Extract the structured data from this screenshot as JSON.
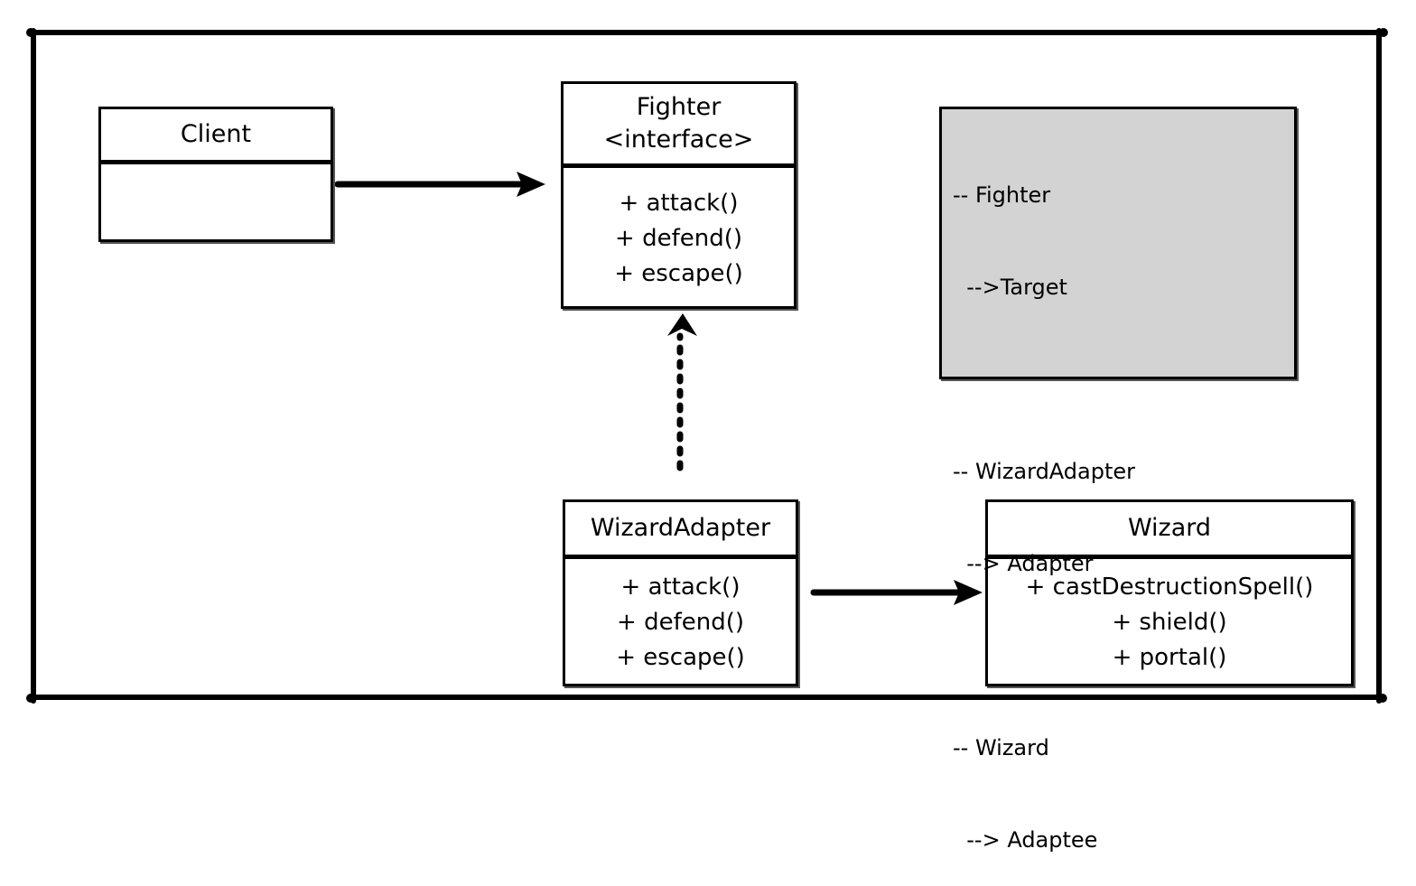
{
  "colors": {
    "stroke": "#000000",
    "box_fill": "#ffffff",
    "note_fill": "#d3d3d3"
  },
  "classes": {
    "client": {
      "name": "Client",
      "methods": []
    },
    "fighter": {
      "name": "Fighter",
      "stereotype": "<interface>",
      "methods": [
        "+ attack()",
        "+ defend()",
        "+ escape()"
      ]
    },
    "wizard_adapter": {
      "name": "WizardAdapter",
      "methods": [
        "+ attack()",
        "+ defend()",
        "+ escape()"
      ]
    },
    "wizard": {
      "name": "Wizard",
      "methods": [
        "+ castDestructionSpell()",
        "+ shield()",
        "+ portal()"
      ]
    }
  },
  "note": {
    "lines": [
      "-- Fighter",
      "  -->Target",
      "",
      "-- WizardAdapter",
      "  --> Adapter",
      "",
      "-- Wizard",
      "  --> Adaptee"
    ]
  },
  "relations": [
    {
      "from": "Client",
      "to": "Fighter",
      "style": "solid-arrow"
    },
    {
      "from": "WizardAdapter",
      "to": "Fighter",
      "style": "dotted-arrow"
    },
    {
      "from": "WizardAdapter",
      "to": "Wizard",
      "style": "solid-arrow"
    }
  ]
}
